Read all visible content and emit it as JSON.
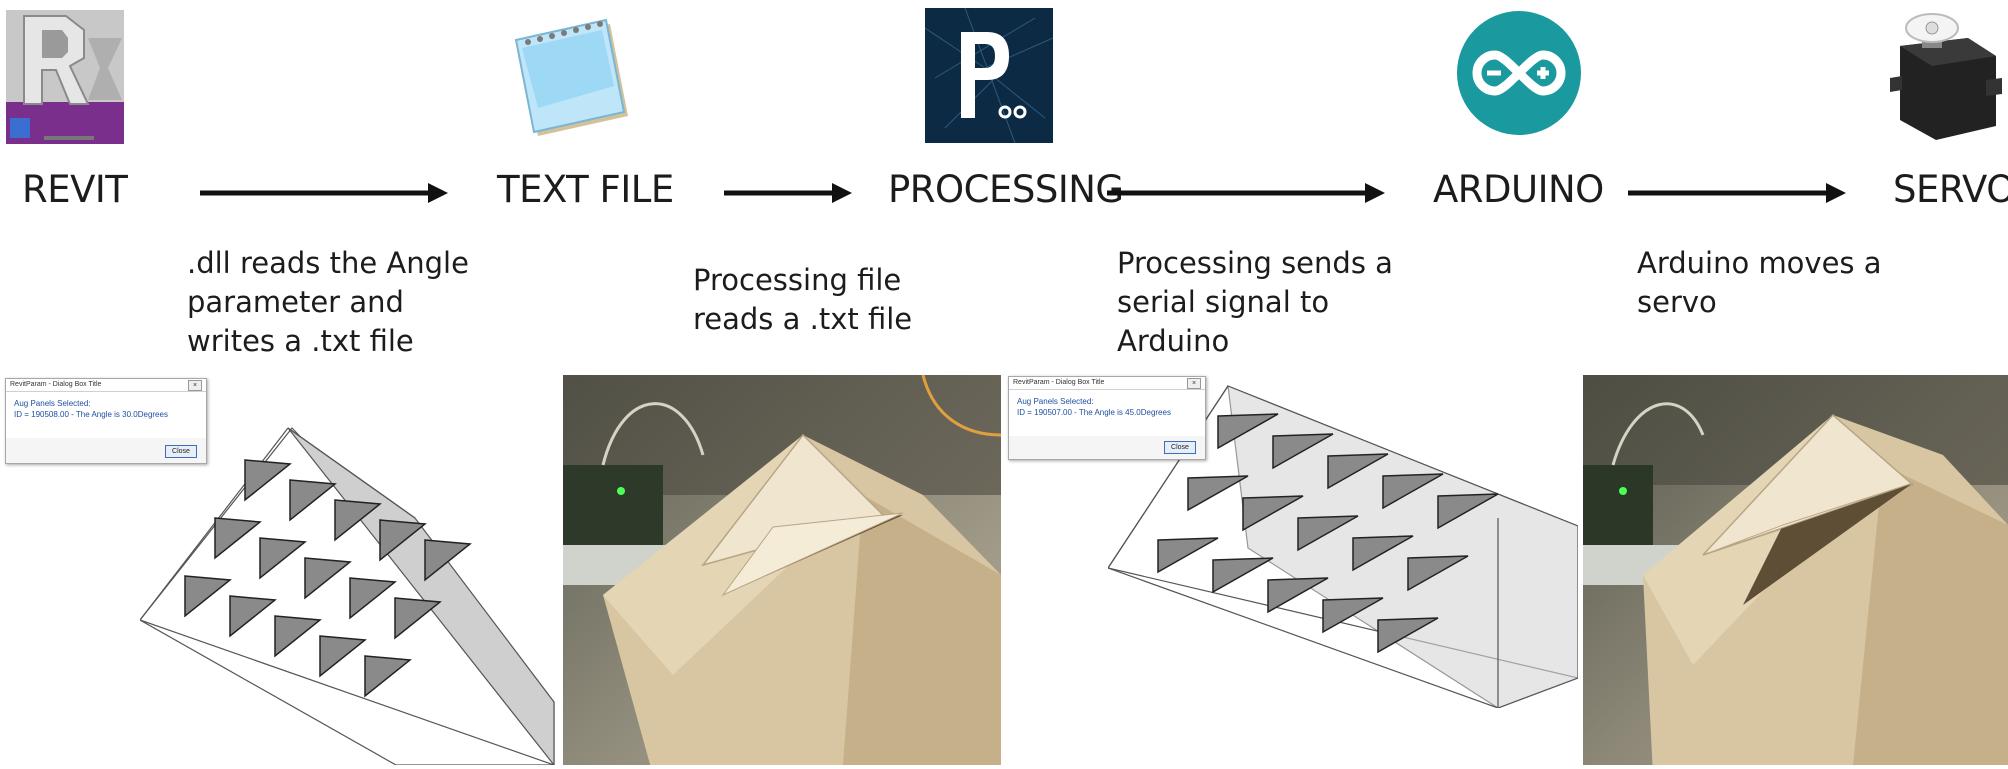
{
  "stages": [
    {
      "id": "revit",
      "label": "REVIT"
    },
    {
      "id": "text-file",
      "label": "TEXT FILE"
    },
    {
      "id": "processing",
      "label": "PROCESSING"
    },
    {
      "id": "arduino",
      "label": "ARDUINO"
    },
    {
      "id": "servo",
      "label": "SERVO"
    }
  ],
  "descriptions": [
    {
      "lines": [
        ".dll reads the Angle",
        "parameter and",
        "writes a .txt file"
      ]
    },
    {
      "lines": [
        "Processing file",
        "reads a .txt file"
      ]
    },
    {
      "lines": [
        "Processing sends a",
        "serial signal to",
        "Arduino"
      ]
    },
    {
      "lines": [
        "Arduino moves a",
        "servo"
      ]
    }
  ],
  "dialogs": [
    {
      "title": "RevitParam - Dialog Box Title",
      "line1": "Aug Panels Selected:",
      "line2": "ID = 190508.00 - The Angle is 30.0Degrees",
      "button": "Close"
    },
    {
      "title": "RevitParam - Dialog Box Title",
      "line1": "Aug Panels Selected:",
      "line2": "ID = 190507.00 - The Angle is 45.0Degrees",
      "button": "Close"
    }
  ],
  "icons": {
    "revit": "revit-logo-icon",
    "text_file": "notepad-icon",
    "processing": "processing-logo-icon",
    "arduino": "arduino-logo-icon",
    "servo": "servo-motor-icon"
  },
  "colors": {
    "revit_purple": "#7a2f8c",
    "arduino_teal": "#1a9a9e",
    "processing_navy": "#0c2a44",
    "dialog_text": "#1f4fa0",
    "wood": "#d8c6a3"
  }
}
